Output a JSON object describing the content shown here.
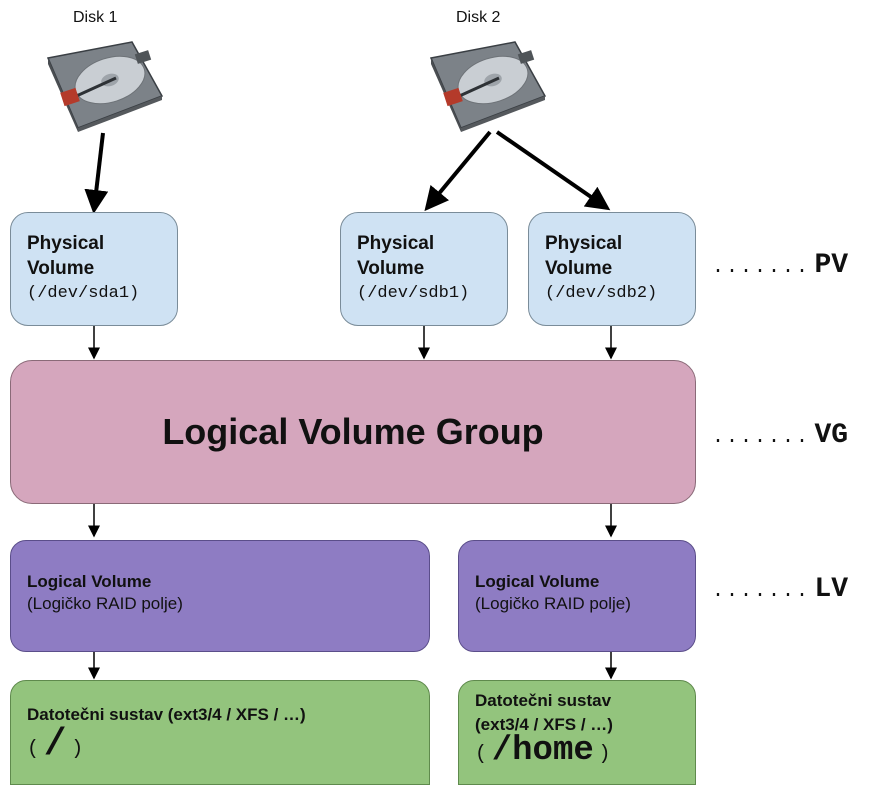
{
  "disks": [
    {
      "label": "Disk 1",
      "icon": "hard-disk-icon"
    },
    {
      "label": "Disk 2",
      "icon": "hard-disk-icon"
    }
  ],
  "pv_boxes": [
    {
      "title": "Physical Volume",
      "device": "(/dev/sda1)"
    },
    {
      "title": "Physical Volume",
      "device": "(/dev/sdb1)"
    },
    {
      "title": "Physical Volume",
      "device": "(/dev/sdb2)"
    }
  ],
  "vg": {
    "title": "Logical Volume Group"
  },
  "lv_boxes": [
    {
      "title": "Logical Volume",
      "subtitle": "(Logičko RAID polje)"
    },
    {
      "title": "Logical Volume",
      "subtitle": "(Logičko RAID polje)"
    }
  ],
  "fs_boxes": [
    {
      "title": "Datotečni sustav (ext3/4 / XFS / …)",
      "open": "(",
      "mount": "/",
      "close": ")"
    },
    {
      "title_line1": "Datotečni sustav",
      "title_line2": "(ext3/4 / XFS / …)",
      "open": "(",
      "mount": "/home",
      "close": ")"
    }
  ],
  "layers": [
    {
      "dots": ".......",
      "label": "PV"
    },
    {
      "dots": ".......",
      "label": "VG"
    },
    {
      "dots": ".......",
      "label": "LV"
    }
  ],
  "colors": {
    "pv": "#cfe2f3",
    "vg": "#d5a6bd",
    "lv": "#8e7cc3",
    "fs": "#93c47d"
  }
}
